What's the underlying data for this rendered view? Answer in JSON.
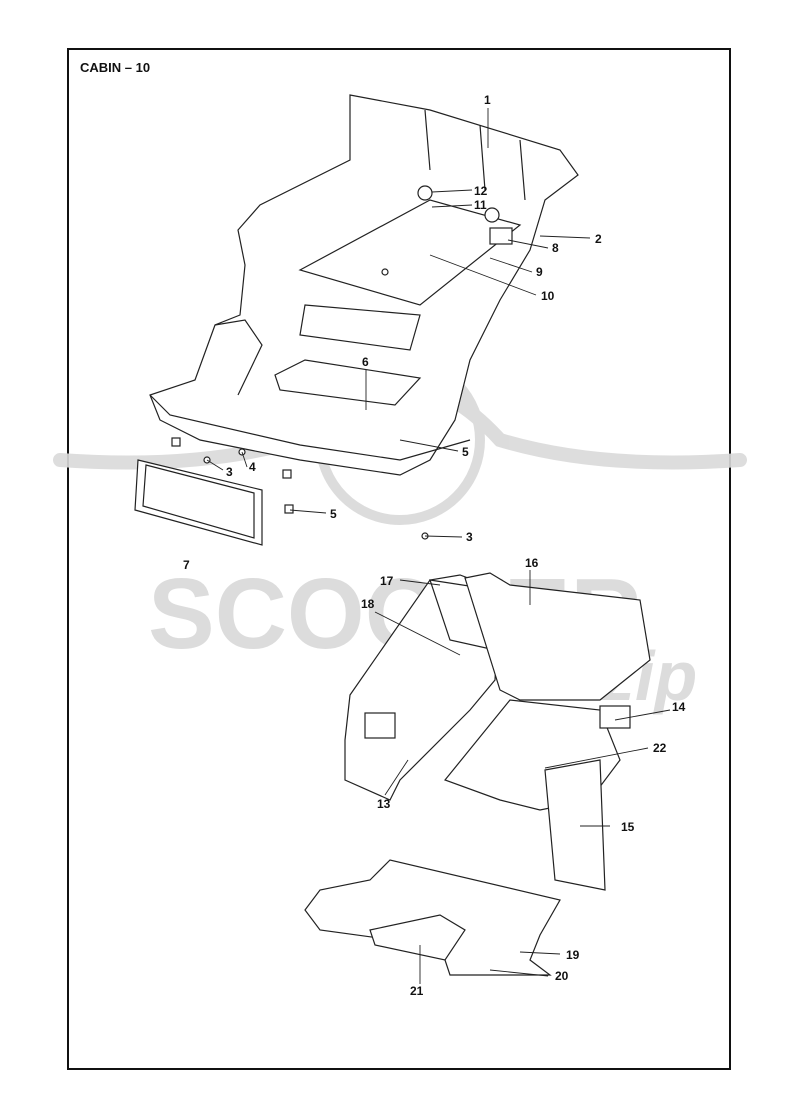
{
  "page": {
    "title": "CABIN – 10"
  },
  "watermark": {
    "text": "SCOOTER",
    "script_text": "zip",
    "color": "#d9d9d9"
  },
  "callouts": [
    "1",
    "2",
    "3",
    "4",
    "5",
    "6",
    "7",
    "8",
    "9",
    "10",
    "11",
    "12",
    "13",
    "14",
    "15",
    "16",
    "17",
    "18",
    "19",
    "20",
    "21",
    "22"
  ],
  "callout_list": [
    {
      "label": "1"
    },
    {
      "label": "2"
    },
    {
      "label": "12"
    },
    {
      "label": "11"
    },
    {
      "label": "8"
    },
    {
      "label": "9"
    },
    {
      "label": "10"
    },
    {
      "label": "6"
    },
    {
      "label": "5"
    },
    {
      "label": "3"
    },
    {
      "label": "4"
    },
    {
      "label": "5"
    },
    {
      "label": "3"
    },
    {
      "label": "7"
    },
    {
      "label": "16"
    },
    {
      "label": "17"
    },
    {
      "label": "18"
    },
    {
      "label": "14"
    },
    {
      "label": "22"
    },
    {
      "label": "13"
    },
    {
      "label": "15"
    },
    {
      "label": "19"
    },
    {
      "label": "20"
    },
    {
      "label": "21"
    }
  ]
}
